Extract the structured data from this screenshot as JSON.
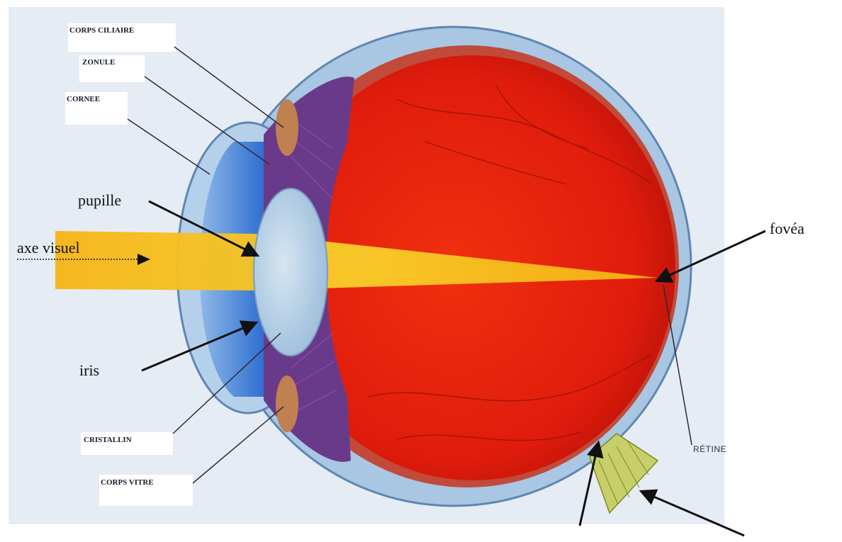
{
  "labels": {
    "corps_ciliaire": "CORPS CILIAIRE",
    "zonule": "ZONULE",
    "cornee": "CORNEE",
    "pupille": "pupille",
    "axe_visuel": "axe visuel",
    "iris": "iris",
    "cristallin": "CRISTALLIN",
    "corps_vitre": "CORPS VITRE",
    "fovea": "fovéa",
    "retine": "RÉTINE"
  },
  "colors": {
    "background_panel": "#e6ecf4",
    "sclera": "#a9c6e2",
    "vitreous": "#e8200e",
    "light_beam": "#f7c21a",
    "lens": "#b9d3e8",
    "iris": "#6a3a8a",
    "cornea_chamber": "#4a88d8"
  }
}
